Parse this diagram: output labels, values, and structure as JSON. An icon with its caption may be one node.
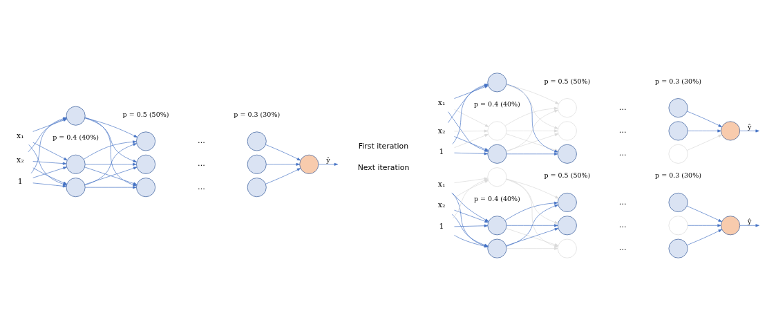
{
  "diagram": {
    "nodes": [
      {
        "text": [
          "x₁"
        ]
      },
      {
        "text": [
          "x₂"
        ]
      },
      {
        "text": [
          "1"
        ]
      },
      {
        "text": [],
        "shape": "circle"
      },
      {
        "text": [],
        "shape": "circle"
      },
      {
        "text": [],
        "shape": "circle"
      },
      {
        "text": [],
        "shape": "circle"
      },
      {
        "text": [],
        "shape": "circle"
      },
      {
        "text": [],
        "shape": "circle"
      },
      {
        "text": [],
        "shape": "circle"
      },
      {
        "text": [],
        "shape": "circle"
      },
      {
        "text": [],
        "shape": "circle"
      },
      {
        "text": [],
        "shape": "circle"
      },
      {
        "text": [
          "x₁"
        ]
      },
      {
        "text": [
          "x₂"
        ]
      },
      {
        "text": [
          "1"
        ]
      },
      {
        "text": [],
        "shape": "circle"
      },
      {
        "text": [],
        "shape": "circle"
      },
      {
        "text": [],
        "shape": "circle"
      },
      {
        "text": [],
        "shape": "circle"
      },
      {
        "text": [],
        "shape": "circle"
      },
      {
        "text": [],
        "shape": "circle"
      },
      {
        "text": [],
        "shape": "circle"
      },
      {
        "text": [],
        "shape": "circle"
      },
      {
        "text": [],
        "shape": "circle"
      },
      {
        "text": [],
        "shape": "circle"
      },
      {
        "text": [
          "x₁"
        ]
      },
      {
        "text": [
          "x₂"
        ]
      },
      {
        "text": [
          "1"
        ]
      },
      {
        "text": [],
        "shape": "circle"
      },
      {
        "text": [],
        "shape": "circle"
      },
      {
        "text": [],
        "shape": "circle"
      },
      {
        "text": [],
        "shape": "circle"
      },
      {
        "text": [],
        "shape": "circle"
      },
      {
        "text": [],
        "shape": "circle"
      },
      {
        "text": [],
        "shape": "circle"
      },
      {
        "text": [],
        "shape": "circle"
      },
      {
        "text": [],
        "shape": "circle"
      },
      {
        "text": [],
        "shape": "circle"
      }
    ],
    "edges": [
      {
        "from": 0,
        "to": 3,
        "arrow": "to"
      },
      {
        "from": 0,
        "to": 4,
        "arrow": "to"
      },
      {
        "from": 0,
        "to": 5,
        "arrow": "to"
      },
      {
        "from": 1,
        "to": 3,
        "arrow": "to"
      },
      {
        "from": 1,
        "to": 4,
        "arrow": "to"
      },
      {
        "from": 1,
        "to": 5,
        "arrow": "to"
      },
      {
        "from": 2,
        "to": 3,
        "arrow": "to"
      },
      {
        "from": 2,
        "to": 4,
        "arrow": "to"
      },
      {
        "from": 2,
        "to": 5,
        "arrow": "to"
      },
      {
        "from": 3,
        "to": 6,
        "arrow": "to"
      },
      {
        "from": 3,
        "to": 7,
        "arrow": "to"
      },
      {
        "from": 3,
        "to": 8,
        "arrow": "to"
      },
      {
        "from": 4,
        "to": 6,
        "arrow": "to"
      },
      {
        "from": 4,
        "to": 7,
        "arrow": "to"
      },
      {
        "from": 4,
        "to": 8,
        "arrow": "to"
      },
      {
        "from": 5,
        "to": 6,
        "arrow": "to"
      },
      {
        "from": 5,
        "to": 7,
        "arrow": "to"
      },
      {
        "from": 5,
        "to": 8,
        "arrow": "to"
      },
      {
        "from": 9,
        "to": 12,
        "arrow": "to"
      },
      {
        "from": 10,
        "to": 12,
        "arrow": "to"
      },
      {
        "from": 11,
        "to": 12,
        "arrow": "to"
      },
      {
        "from": 12,
        "to": null,
        "arrow": "to",
        "label": "ŷ"
      },
      {
        "from": 13,
        "to": 16,
        "arrow": "to",
        "color": "#d9d9d9"
      },
      {
        "from": 13,
        "to": 17,
        "arrow": "to"
      },
      {
        "from": 13,
        "to": 18,
        "arrow": "to"
      },
      {
        "from": 14,
        "to": 16,
        "arrow": "to",
        "color": "#d9d9d9"
      },
      {
        "from": 14,
        "to": 17,
        "arrow": "to"
      },
      {
        "from": 14,
        "to": 18,
        "arrow": "to"
      },
      {
        "from": 15,
        "to": 16,
        "arrow": "to",
        "color": "#d9d9d9"
      },
      {
        "from": 15,
        "to": 17,
        "arrow": "to"
      },
      {
        "from": 15,
        "to": 18,
        "arrow": "to"
      },
      {
        "from": 16,
        "to": 19,
        "arrow": "to",
        "color": "#d9d9d9"
      },
      {
        "from": 16,
        "to": 20,
        "arrow": "to",
        "color": "#d9d9d9"
      },
      {
        "from": 16,
        "to": 21,
        "arrow": "to",
        "color": "#d9d9d9"
      },
      {
        "from": 17,
        "to": 19,
        "arrow": "to",
        "color": "#d9d9d9"
      },
      {
        "from": 17,
        "to": 20,
        "arrow": "to"
      },
      {
        "from": 17,
        "to": 21,
        "arrow": "to",
        "color": "#d9d9d9"
      },
      {
        "from": 18,
        "to": 19,
        "arrow": "to",
        "color": "#d9d9d9"
      },
      {
        "from": 18,
        "to": 20,
        "arrow": "to"
      },
      {
        "from": 18,
        "to": 21,
        "arrow": "to",
        "color": "#d9d9d9"
      },
      {
        "from": 22,
        "to": 25,
        "arrow": "to"
      },
      {
        "from": 23,
        "to": 25,
        "arrow": "to",
        "color": "#d9d9d9"
      },
      {
        "from": 24,
        "to": 25,
        "arrow": "to"
      },
      {
        "from": 25,
        "to": null,
        "arrow": "to",
        "label": "ŷ"
      },
      {
        "from": 26,
        "to": 29,
        "arrow": "to"
      },
      {
        "from": 26,
        "to": 30,
        "arrow": "to"
      },
      {
        "from": 26,
        "to": 31,
        "arrow": "to",
        "color": "#d9d9d9"
      },
      {
        "from": 27,
        "to": 29,
        "arrow": "to"
      },
      {
        "from": 27,
        "to": 30,
        "arrow": "to"
      },
      {
        "from": 27,
        "to": 31,
        "arrow": "to",
        "color": "#d9d9d9"
      },
      {
        "from": 28,
        "to": 29,
        "arrow": "to"
      },
      {
        "from": 28,
        "to": 30,
        "arrow": "to"
      },
      {
        "from": 28,
        "to": 31,
        "arrow": "to",
        "color": "#d9d9d9"
      },
      {
        "from": 29,
        "to": 32,
        "arrow": "to"
      },
      {
        "from": 29,
        "to": 33,
        "arrow": "to",
        "color": "#d9d9d9"
      },
      {
        "from": 29,
        "to": 34,
        "arrow": "to"
      },
      {
        "from": 30,
        "to": 32,
        "arrow": "to"
      },
      {
        "from": 30,
        "to": 33,
        "arrow": "to",
        "color": "#d9d9d9"
      },
      {
        "from": 30,
        "to": 34,
        "arrow": "to"
      },
      {
        "from": 31,
        "to": 32,
        "arrow": "to",
        "color": "#d9d9d9"
      },
      {
        "from": 31,
        "to": 33,
        "arrow": "to",
        "color": "#d9d9d9"
      },
      {
        "from": 31,
        "to": 34,
        "arrow": "to",
        "color": "#d9d9d9"
      },
      {
        "from": 35,
        "to": 38,
        "arrow": "to"
      },
      {
        "from": 36,
        "to": 38,
        "arrow": "to"
      },
      {
        "from": 37,
        "to": 38,
        "arrow": "to"
      },
      {
        "from": 38,
        "to": null,
        "arrow": "to",
        "label": "ŷ"
      }
    ],
    "labels": [
      "p = 0.4 (40%)",
      "p = 0.5 (50%)",
      "p = 0.3 (30%)",
      "…",
      "…",
      "…",
      "p = 0.4 (40%)",
      "p = 0.5 (50%)",
      "p = 0.3 (30%)",
      "First iteration",
      "…",
      "…",
      "…",
      "p = 0.4 (40%)",
      "p = 0.5 (50%)",
      "p = 0.3 (30%)",
      "Next iteration",
      "…",
      "…",
      "…"
    ]
  }
}
